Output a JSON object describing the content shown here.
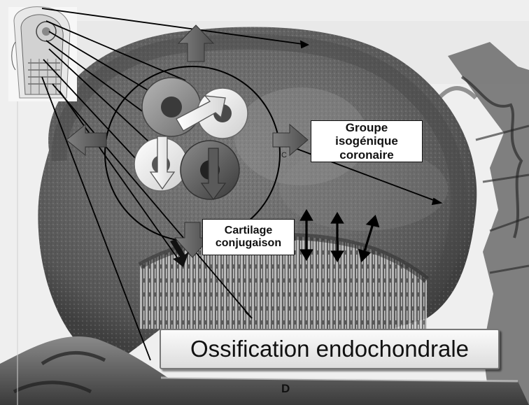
{
  "figure": {
    "labels": {
      "coronaire": "Groupe isogénique coronaire",
      "conjugaison": "Cartilage conjugaison",
      "ossification": "Ossification endochondrale"
    },
    "letters": {
      "d": "D",
      "c": "C"
    },
    "colors": {
      "background": "#f2f2f2",
      "tissue_dark": "#555555",
      "tissue_mid": "#8a8a8a",
      "arrow_fill": "#6b6b6b",
      "label_fill": "#ffffff",
      "label_border": "#111111"
    }
  }
}
